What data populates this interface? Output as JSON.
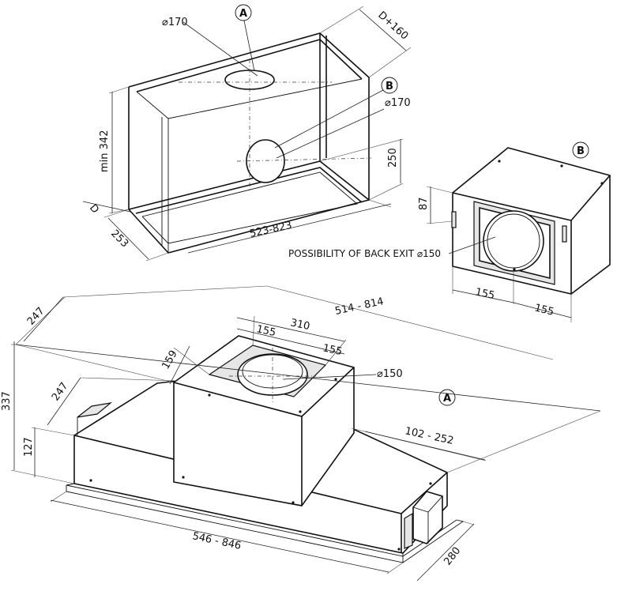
{
  "labels": {
    "callout_a_top": "A",
    "callout_b_top": "B",
    "callout_b_side": "B",
    "callout_a_bottom": "A",
    "top_diam_a": "⌀170",
    "top_diam_b": "⌀170",
    "top_d160": "D+160",
    "top_min342": "min 342",
    "top_250": "250",
    "top_d": "D",
    "top_253": "253",
    "top_523_823": "523-823",
    "b_87": "87",
    "b_back_exit": "POSSIBILITY OF BACK EXIT ⌀150",
    "b_155_left": "155",
    "b_155_right": "155",
    "bot_247_top": "247",
    "bot_337": "337",
    "bot_247_mid": "247",
    "bot_127": "127",
    "bot_159": "159",
    "bot_155_a": "155",
    "bot_310": "310",
    "bot_155_b": "155",
    "bot_514_814": "514 - 814",
    "bot_diam150": "⌀150",
    "bot_102_252": "102 - 252",
    "bot_546_846": "546 - 846",
    "bot_280": "280"
  }
}
